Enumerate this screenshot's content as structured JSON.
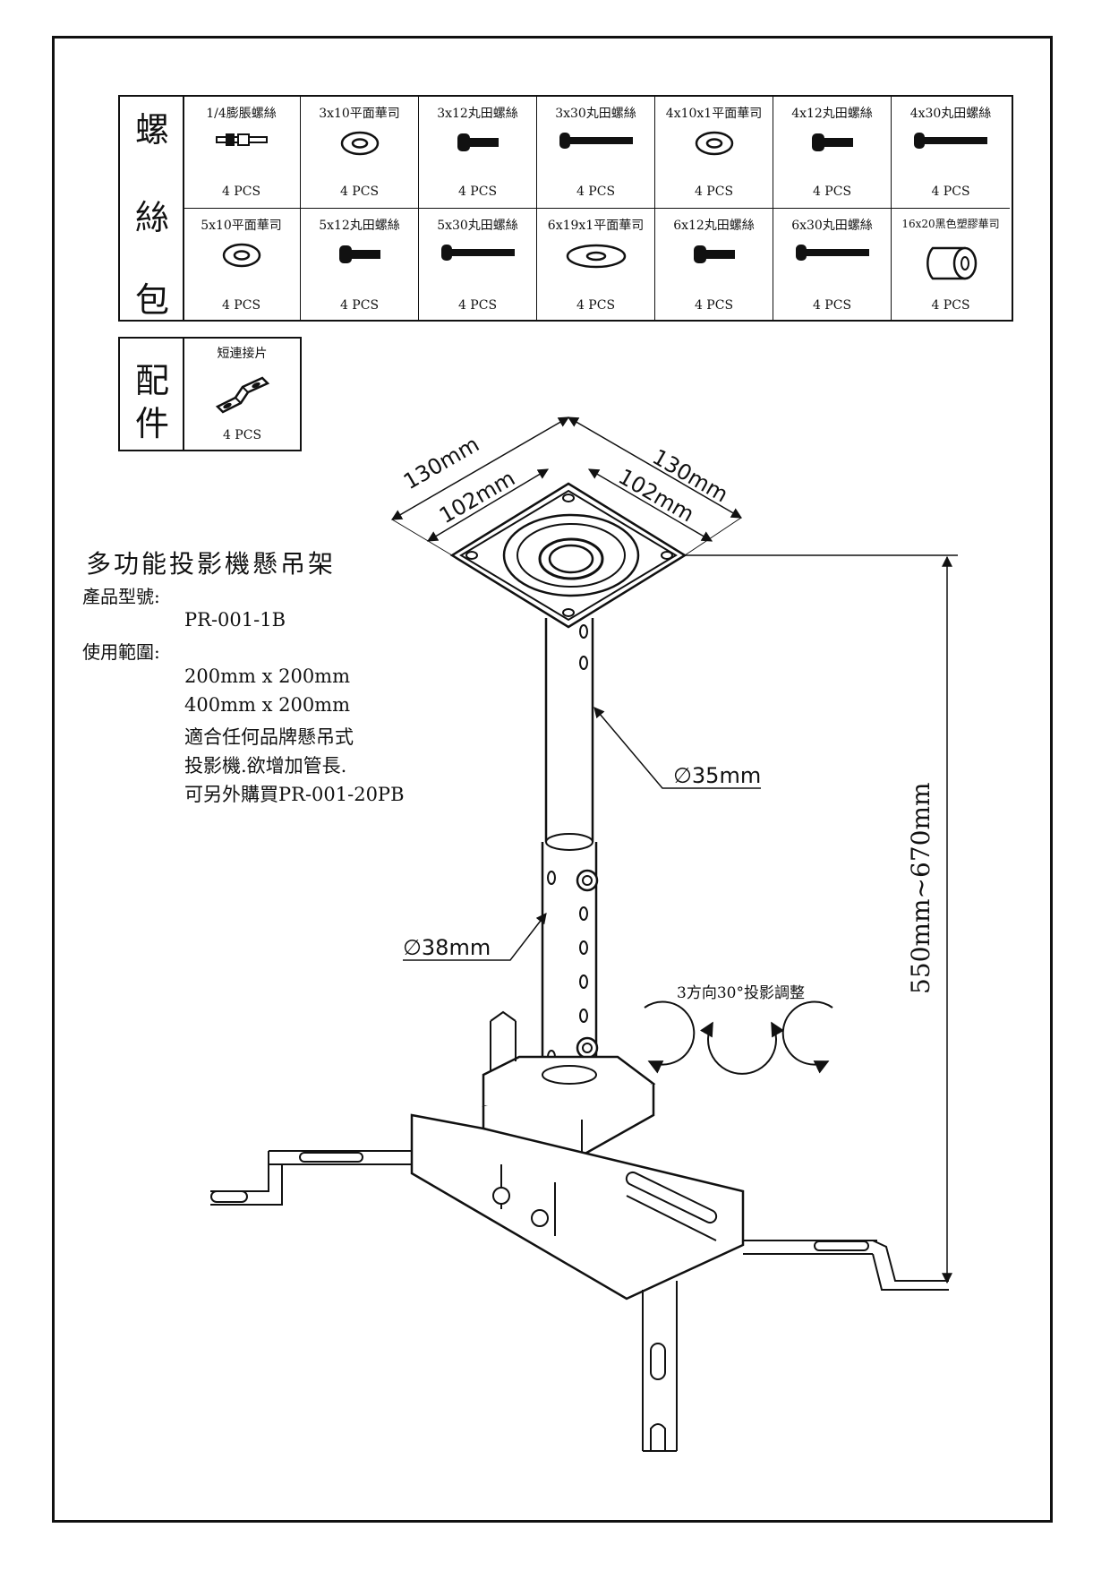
{
  "hardware_kit": {
    "title_chars": [
      "螺",
      "絲",
      "包"
    ],
    "items": [
      {
        "name": "1/4膨脹螺絲",
        "qty": "4 PCS",
        "icon": "anchor-bolt-icon"
      },
      {
        "name": "3x10平面華司",
        "qty": "4 PCS",
        "icon": "washer-icon"
      },
      {
        "name": "3x12丸田螺絲",
        "qty": "4 PCS",
        "icon": "short-screw-icon"
      },
      {
        "name": "3x30丸田螺絲",
        "qty": "4 PCS",
        "icon": "long-screw-icon"
      },
      {
        "name": "4x10x1平面華司",
        "qty": "4 PCS",
        "icon": "washer-icon"
      },
      {
        "name": "4x12丸田螺絲",
        "qty": "4 PCS",
        "icon": "short-screw-icon"
      },
      {
        "name": "4x30丸田螺絲",
        "qty": "4 PCS",
        "icon": "long-screw-icon"
      },
      {
        "name": "5x10平面華司",
        "qty": "4 PCS",
        "icon": "washer-icon"
      },
      {
        "name": "5x12丸田螺絲",
        "qty": "4 PCS",
        "icon": "short-screw-icon"
      },
      {
        "name": "5x30丸田螺絲",
        "qty": "4 PCS",
        "icon": "long-screw-icon"
      },
      {
        "name": "6x19x1平面華司",
        "qty": "4 PCS",
        "icon": "large-washer-icon"
      },
      {
        "name": "6x12丸田螺絲",
        "qty": "4 PCS",
        "icon": "short-screw-icon"
      },
      {
        "name": "6x30丸田螺絲",
        "qty": "4 PCS",
        "icon": "long-screw-icon"
      },
      {
        "name": "16x20黑色塑膠華司",
        "qty": "4 PCS",
        "icon": "plastic-spacer-icon"
      }
    ]
  },
  "accessories": {
    "title_chars": [
      "配",
      "件"
    ],
    "item": {
      "name": "短連接片",
      "qty": "4 PCS",
      "icon": "connector-plate-icon"
    }
  },
  "product": {
    "title": "多功能投影機懸吊架",
    "model_label": "產品型號:",
    "model": "PR-001-1B",
    "range_label": "使用範圍:",
    "range_lines": [
      "200mm x 200mm",
      "400mm x 200mm",
      "適合任何品牌懸吊式",
      "投影機.欲增加管長.",
      "可另外購買PR-001-20PB"
    ]
  },
  "dimensions": {
    "plate_outer_left": "130mm",
    "plate_inner_left": "102mm",
    "plate_outer_right": "130mm",
    "plate_inner_right": "102mm",
    "upper_tube": "35mm",
    "lower_tube": "38mm",
    "height": "550mm~670mm",
    "rotation_note": "3方向30°投影調整"
  }
}
